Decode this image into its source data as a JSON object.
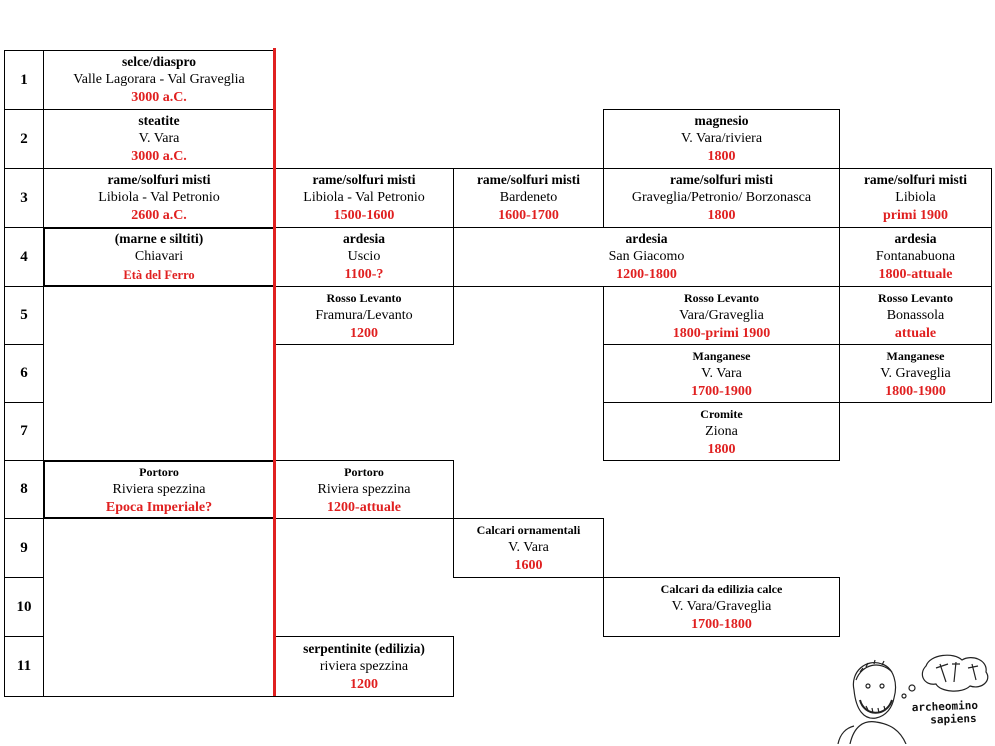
{
  "rows": [
    "1",
    "2",
    "3",
    "4",
    "5",
    "6",
    "7",
    "8",
    "9",
    "10",
    "11"
  ],
  "cells": {
    "c1a": {
      "title": "selce/diaspro",
      "place": "Valle Lagorara - Val Graveglia",
      "date": "3000 a.C."
    },
    "c2a": {
      "title": "steatite",
      "place": "V. Vara",
      "date": "3000 a.C."
    },
    "c2d": {
      "title": "magnesio",
      "place": "V. Vara/riviera",
      "date": "1800"
    },
    "c3a": {
      "title": "rame/solfuri misti",
      "place": "Libiola - Val Petronio",
      "date": "2600 a.C."
    },
    "c3b": {
      "title": "rame/solfuri misti",
      "place": "Libiola - Val Petronio",
      "date": "1500-1600"
    },
    "c3c": {
      "title": "rame/solfuri misti",
      "place": "Bardeneto",
      "date": "1600-1700"
    },
    "c3d": {
      "title": "rame/solfuri misti",
      "place": "Graveglia/Petronio/ Borzonasca",
      "date": "1800"
    },
    "c3e": {
      "title": "rame/solfuri misti",
      "place": "Libiola",
      "date": "primi 1900"
    },
    "c4a": {
      "title": "(marne e siltiti)",
      "place": "Chiavari",
      "date": "Età del Ferro"
    },
    "c4b": {
      "title": "ardesia",
      "place": "Uscio",
      "date": "1100-?"
    },
    "c4c": {
      "title": "ardesia",
      "place": "San Giacomo",
      "date": "1200-1800"
    },
    "c4e": {
      "title": "ardesia",
      "place": "Fontanabuona",
      "date": "1800-attuale"
    },
    "c5b": {
      "title": "Rosso Levanto",
      "place": "Framura/Levanto",
      "date": "1200"
    },
    "c5d": {
      "title": "Rosso Levanto",
      "place": "Vara/Graveglia",
      "date": "1800-primi 1900"
    },
    "c5e": {
      "title": "Rosso Levanto",
      "place": "Bonassola",
      "date": "attuale"
    },
    "c6d": {
      "title": "Manganese",
      "place": "V. Vara",
      "date": "1700-1900"
    },
    "c6e": {
      "title": "Manganese",
      "place": "V. Graveglia",
      "date": "1800-1900"
    },
    "c7d": {
      "title": "Cromite",
      "place": "Ziona",
      "date": "1800"
    },
    "c8a": {
      "title": "Portoro",
      "place": "Riviera spezzina",
      "date": "Epoca Imperiale?"
    },
    "c8b": {
      "title": "Portoro",
      "place": "Riviera spezzina",
      "date": "1200-attuale"
    },
    "c9c": {
      "title": "Calcari ornamentali",
      "place": "V. Vara",
      "date": "1600"
    },
    "c10d": {
      "title": "Calcari da edilizia calce",
      "place": "V. Vara/Graveglia",
      "date": "1700-1800"
    },
    "c11b": {
      "title": "serpentinite (edilizia)",
      "place": "riviera spezzina",
      "date": "1200"
    }
  },
  "logo": {
    "line1": "archeomino",
    "line2": "sapiens"
  },
  "colors": {
    "date_red": "#e02020",
    "timeline_red": "#e02020"
  }
}
